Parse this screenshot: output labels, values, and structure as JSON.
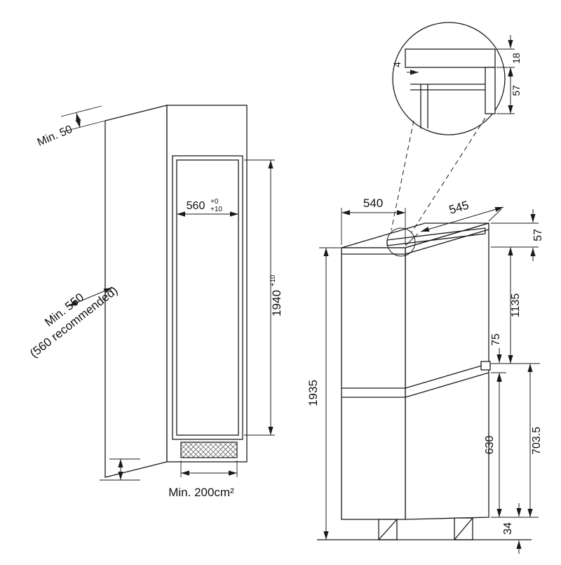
{
  "page": {
    "background": "#ffffff",
    "line_color": "#1a1a1a"
  },
  "left_drawing": {
    "title": "niche-cutout-dimensions",
    "labels": {
      "top_clearance": "Min. 50",
      "depth_line1": "Min. 550",
      "depth_line2": "(560 recommended)",
      "niche_width": "560",
      "niche_width_tol_upper": "+0",
      "niche_width_tol_lower": "+10",
      "niche_height": "1940",
      "niche_height_tol": "+10",
      "vent_area": "Min. 200cm²"
    }
  },
  "right_drawing": {
    "title": "appliance-dimensions",
    "labels": {
      "width": "540",
      "depth": "545",
      "top_section": "57",
      "upper_door_height": "1135",
      "door_gap": "75",
      "total_height": "1935",
      "lower_door_height": "630",
      "lower_section": "703.5",
      "plinth": "34"
    },
    "detail": {
      "panel_gap": "4",
      "top_recess": "18",
      "door_overlap": "57"
    }
  }
}
